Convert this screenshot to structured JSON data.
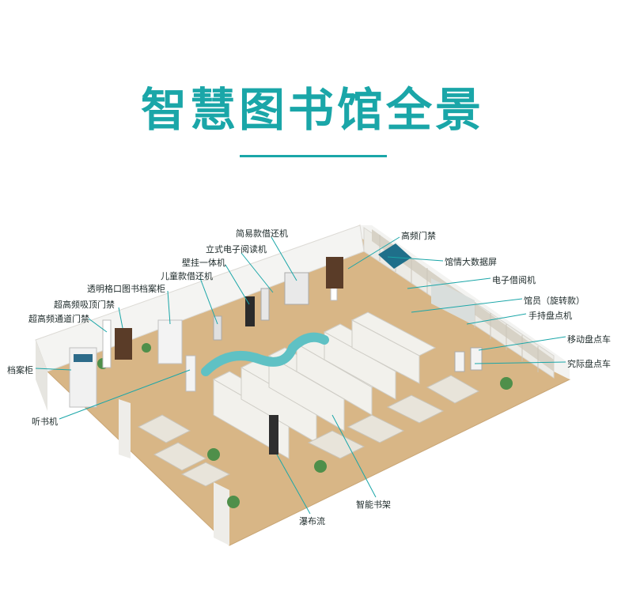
{
  "title": "智慧图书馆全景",
  "colors": {
    "accent": "#1aa6a8",
    "floor": "#d9b98a",
    "wall": "#f2f2f0",
    "shelf": "#eeeeea",
    "leader": "#1aa6a8"
  },
  "labels": {
    "jianyi_jiehuanji": "简易款借还机",
    "gaopin_menjin": "高频门禁",
    "lishi_yueduji": "立式电子阅读机",
    "guanqing_daping": "馆情大数据屏",
    "bigua_yitiji": "壁挂一体机",
    "dianzi_jieyueji": "电子借阅机",
    "ertong_jiehuanji": "儿童款借还机",
    "guanyuan": "馆员（旋转款）",
    "touming_danganjui": "透明格口图书档案柜",
    "shouchi_pandianji": "手持盘点机",
    "chaogaopin_xiding": "超高频吸顶门禁",
    "yidong_pandianche": "移动盘点车",
    "chaogaopin_tongdao": "超高频通道门禁",
    "jiuji_pandianche": "究际盘点车",
    "danganjui": "档案柜",
    "tingshuji": "听书机",
    "zhineng_shujia": "智能书架",
    "pubuliu": "瀑布流"
  }
}
